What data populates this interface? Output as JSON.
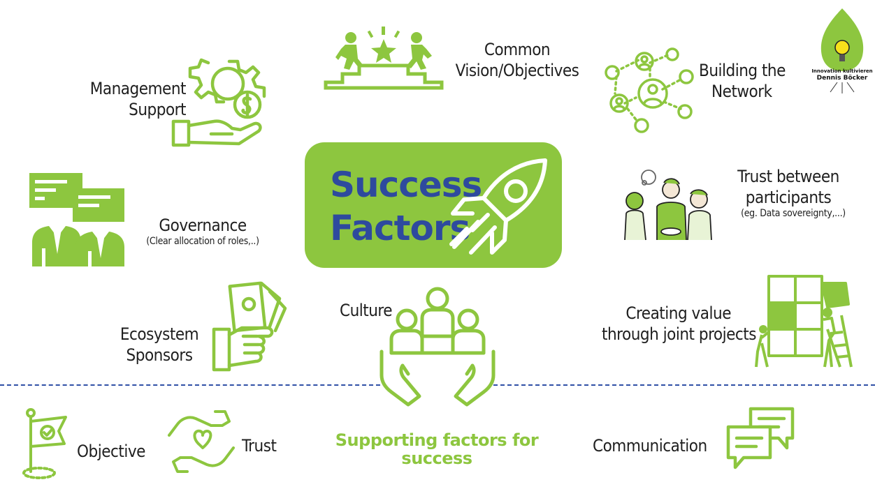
{
  "center": {
    "title_line1": "Success",
    "title_line2": "Factors"
  },
  "factors": {
    "management": {
      "line1": "Management",
      "line2": "Support"
    },
    "vision": {
      "line1": "Common",
      "line2": "Vision/Objectives"
    },
    "network": {
      "line1": "Building the",
      "line2": "Network"
    },
    "governance": {
      "line1": "Governance",
      "sub": "(Clear allocation of roles,..)"
    },
    "trust_participants": {
      "line1": "Trust between",
      "line2": "participants",
      "sub": "(eg. Data sovereignty,...)"
    },
    "sponsors": {
      "line1": "Ecosystem",
      "line2": "Sponsors"
    },
    "culture": {
      "line1": "Culture"
    },
    "value": {
      "line1": "Creating value",
      "line2": "through joint projects"
    }
  },
  "supporting": {
    "title_line1": "Supporting factors for",
    "title_line2": "success",
    "objective": "Objective",
    "trust": "Trust",
    "communication": "Communication"
  },
  "logo": {
    "line1": "Innovation kultivieren",
    "line2": "Dennis Böcker"
  },
  "colors": {
    "accent_green": "#8dc63f",
    "title_blue": "#2e4a9e",
    "divider_blue": "#2f4fa6",
    "bulb_yellow": "#f7e11b"
  },
  "icons": [
    "gear-dollar-hand-icon",
    "podium-people-star-icon",
    "people-network-icon",
    "speech-bubbles-people-icon",
    "rocket-icon",
    "people-talking-icon",
    "money-hand-icon",
    "team-hands-icon",
    "puzzle-ladder-icon",
    "flag-icon",
    "heart-hands-icon",
    "chat-bubbles-icon",
    "flame-bulb-logo"
  ]
}
